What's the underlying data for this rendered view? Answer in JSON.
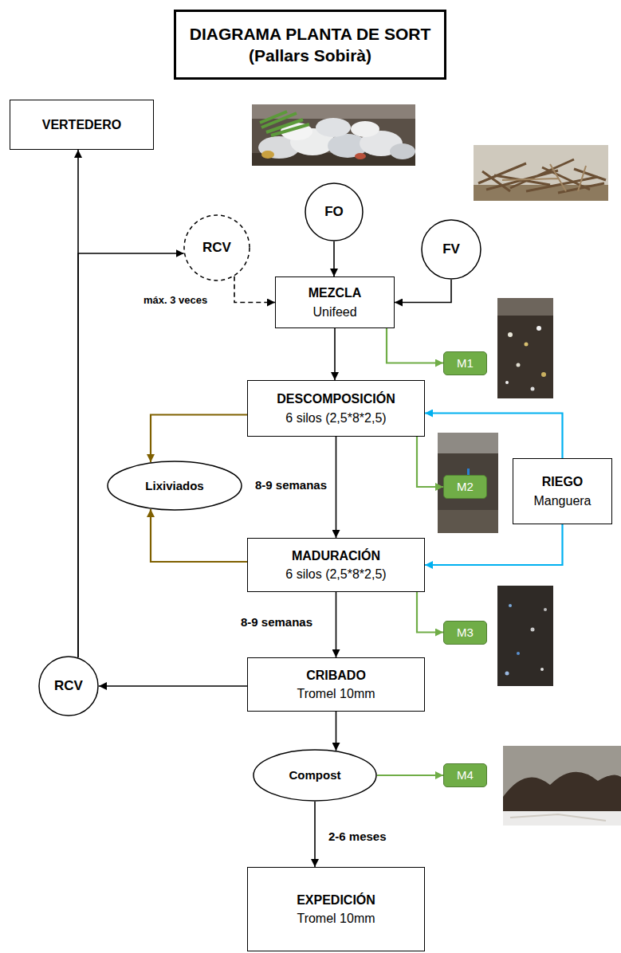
{
  "diagram": {
    "title": "DIAGRAMA PLANTA DE SORT (Pallars Sobirà)",
    "nodes": [
      {
        "text": [
          "VERTEDERO"
        ]
      },
      {
        "text": [
          "FO"
        ]
      },
      {
        "text": [
          "RCV"
        ]
      },
      {
        "text": [
          "FV"
        ]
      },
      {
        "text": [
          "MEZCLA",
          "Unifeed"
        ]
      },
      {
        "text": [
          "M1"
        ]
      },
      {
        "text": [
          "DESCOMPOSICIÓN",
          "6 silos (2,5*8*2,5)"
        ]
      },
      {
        "text": [
          "Lixiviados"
        ]
      },
      {
        "text": [
          "M2"
        ]
      },
      {
        "text": [
          "RIEGO",
          "Manguera"
        ]
      },
      {
        "text": [
          "MADURACIÓN",
          "6 silos (2,5*8*2,5)"
        ]
      },
      {
        "text": [
          "M3"
        ]
      },
      {
        "text": [
          "RCV"
        ]
      },
      {
        "text": [
          "CRIBADO",
          "Tromel 10mm"
        ]
      },
      {
        "text": [
          "Compost"
        ]
      },
      {
        "text": [
          "M4"
        ]
      },
      {
        "text": [
          "EXPEDICIÓN",
          "Tromel 10mm"
        ]
      }
    ],
    "edges": [
      {
        "from": 1,
        "to": 4,
        "arrow": "to"
      },
      {
        "from": 3,
        "to": 4,
        "arrow": "to"
      },
      {
        "from": 2,
        "to": 4,
        "arrow": "to"
      },
      {
        "from": 4,
        "to": 5,
        "arrow": "to"
      },
      {
        "from": 4,
        "to": 6,
        "arrow": "to"
      },
      {
        "from": 6,
        "to": 7,
        "arrow": "to"
      },
      {
        "from": 6,
        "to": 8,
        "arrow": "to"
      },
      {
        "from": 6,
        "to": 10,
        "arrow": "to"
      },
      {
        "from": 9,
        "to": 6,
        "arrow": "to"
      },
      {
        "from": 9,
        "to": 10,
        "arrow": "to"
      },
      {
        "from": 10,
        "to": 7,
        "arrow": "to"
      },
      {
        "from": 10,
        "to": 11,
        "arrow": "to"
      },
      {
        "from": 10,
        "to": 13,
        "arrow": "to"
      },
      {
        "from": 13,
        "to": 12,
        "arrow": "to"
      },
      {
        "from": 12,
        "to": 0,
        "arrow": "to"
      },
      {
        "from": 12,
        "to": 2,
        "arrow": "to"
      },
      {
        "from": 13,
        "to": 14,
        "arrow": "to"
      },
      {
        "from": 14,
        "to": 15,
        "arrow": "to"
      },
      {
        "from": 14,
        "to": 16,
        "arrow": "to"
      }
    ],
    "labels": [
      "máx. 3 veces",
      "8-9 semanas",
      "8-9 semanas",
      "2-6 meses"
    ]
  }
}
